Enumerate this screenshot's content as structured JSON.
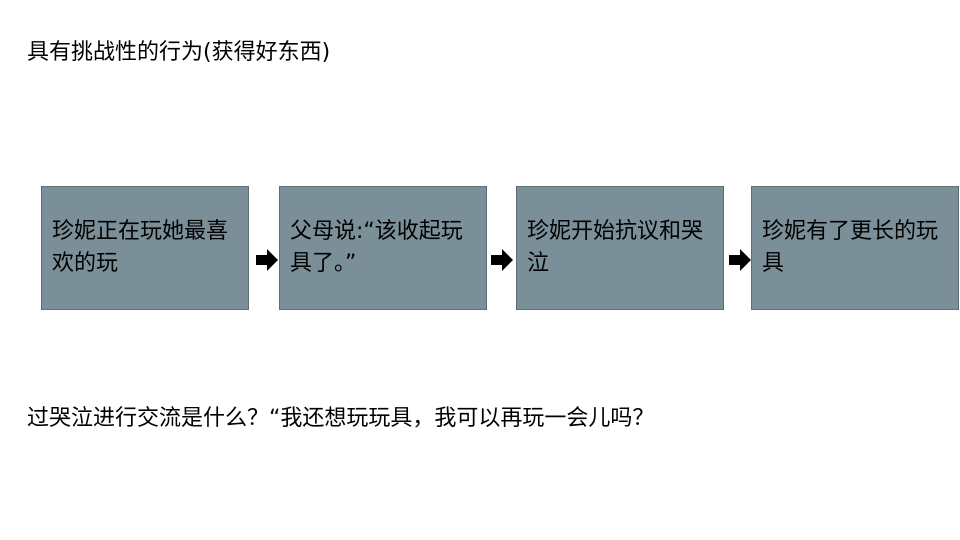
{
  "heading": "具有挑战性的行为(获得好东西)",
  "flow": {
    "steps": [
      "珍妮正在玩她最喜欢的玩",
      "父母说:“该收起玩具了。”",
      "珍妮开始抗议和哭泣",
      "珍妮有了更长的玩具"
    ]
  },
  "footer": "过哭泣进行交流是什么？“我还想玩玩具，我可以再玩一会儿吗？",
  "colors": {
    "box_fill": "#7a8f98",
    "box_border": "#5f6f76",
    "arrow": "#000000"
  },
  "icons": [
    "arrow-right-icon"
  ]
}
